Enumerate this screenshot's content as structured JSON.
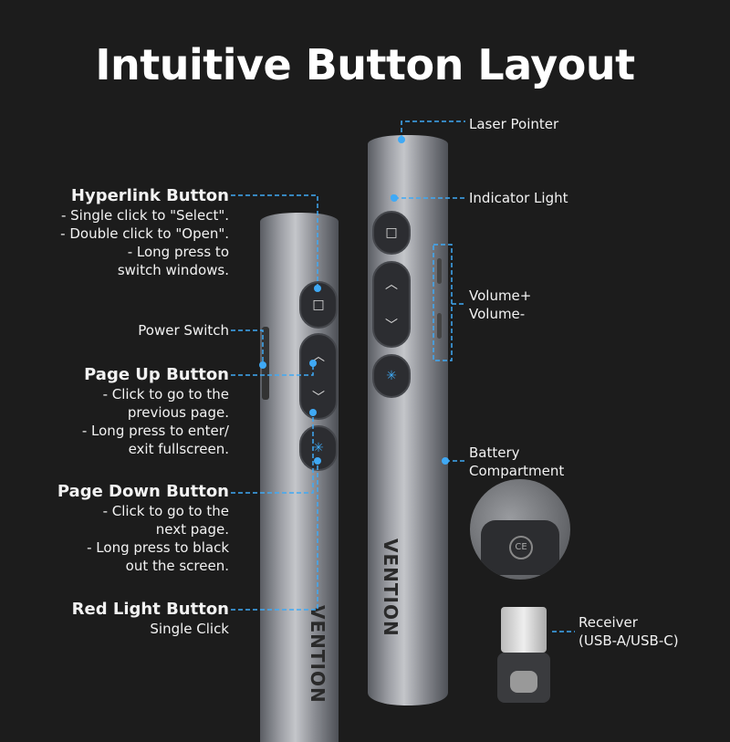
{
  "title": "Intuitive Button Layout",
  "brand": "VENTION",
  "accent_color": "#3fa9f5",
  "left_labels": {
    "hyperlink": {
      "title": "Hyperlink Button",
      "lines": [
        "- Single click to \"Select\".",
        "- Double click to \"Open\".",
        "- Long press to",
        "switch windows."
      ]
    },
    "power": {
      "title": "Power Switch"
    },
    "page_up": {
      "title": "Page Up Button",
      "lines": [
        "- Click to go to the",
        "previous page.",
        "- Long press to enter/",
        "exit fullscreen."
      ]
    },
    "page_down": {
      "title": "Page Down Button",
      "lines": [
        "- Click to go to the",
        "next page.",
        "- Long press to black",
        "out the screen."
      ]
    },
    "red_light": {
      "title": "Red Light Button",
      "lines": [
        "Single Click"
      ]
    }
  },
  "right_labels": {
    "laser": "Laser Pointer",
    "indicator": "Indicator Light",
    "volume_up": "Volume+",
    "volume_down": "Volume-",
    "battery": [
      "Battery",
      "Compartment"
    ],
    "receiver": [
      "Receiver",
      "(USB-A/USB-C)"
    ]
  },
  "icons": {
    "hyperlink": "square-icon",
    "up": "chevron-up-icon",
    "down": "chevron-down-icon",
    "laser": "laser-star-icon"
  }
}
